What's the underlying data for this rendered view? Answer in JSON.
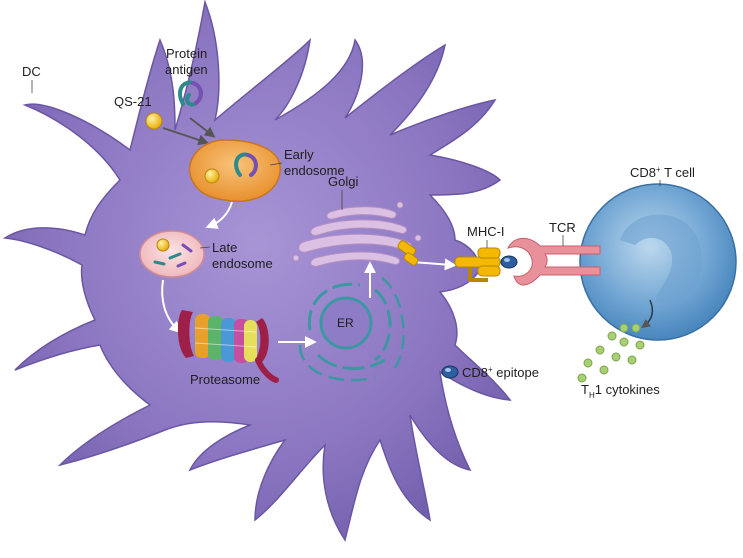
{
  "labels": {
    "dc": "DC",
    "qs21": "QS-21",
    "protein_antigen_line1": "Protein",
    "protein_antigen_line2": "antigen",
    "early_endosome_line1": "Early",
    "early_endosome_line2": "endosome",
    "late_endosome_line1": "Late",
    "late_endosome_line2": "endosome",
    "golgi": "Golgi",
    "er": "ER",
    "proteasome": "Proteasome",
    "mhc_i": "MHC-I",
    "tcr": "TCR",
    "cd8_t_cell_prefix": "CD8",
    "cd8_t_cell_sup": "+",
    "cd8_t_cell_suffix": " T cell",
    "cd8_epitope_prefix": "CD8",
    "cd8_epitope_sup": "+",
    "cd8_epitope_suffix": " epitope",
    "th1_t": "T",
    "th1_h": "H",
    "th1_suffix": "1 cytokines"
  },
  "colors": {
    "dc_body": "#8a74c0",
    "dc_outline": "#5e4a96",
    "early_endosome": "#f0a042",
    "late_endosome": "#f3c8cc",
    "golgi": "#d7b7df",
    "er": "#3d97a3",
    "proteasome_cap": "#9e1f48",
    "mhc": "#f5b800",
    "tcr": "#e3737f",
    "t_cell": "#4f8ec4",
    "cytokine": "#a9cf74",
    "qs21": "#f2b707",
    "epitope": "#2d5fa0"
  }
}
